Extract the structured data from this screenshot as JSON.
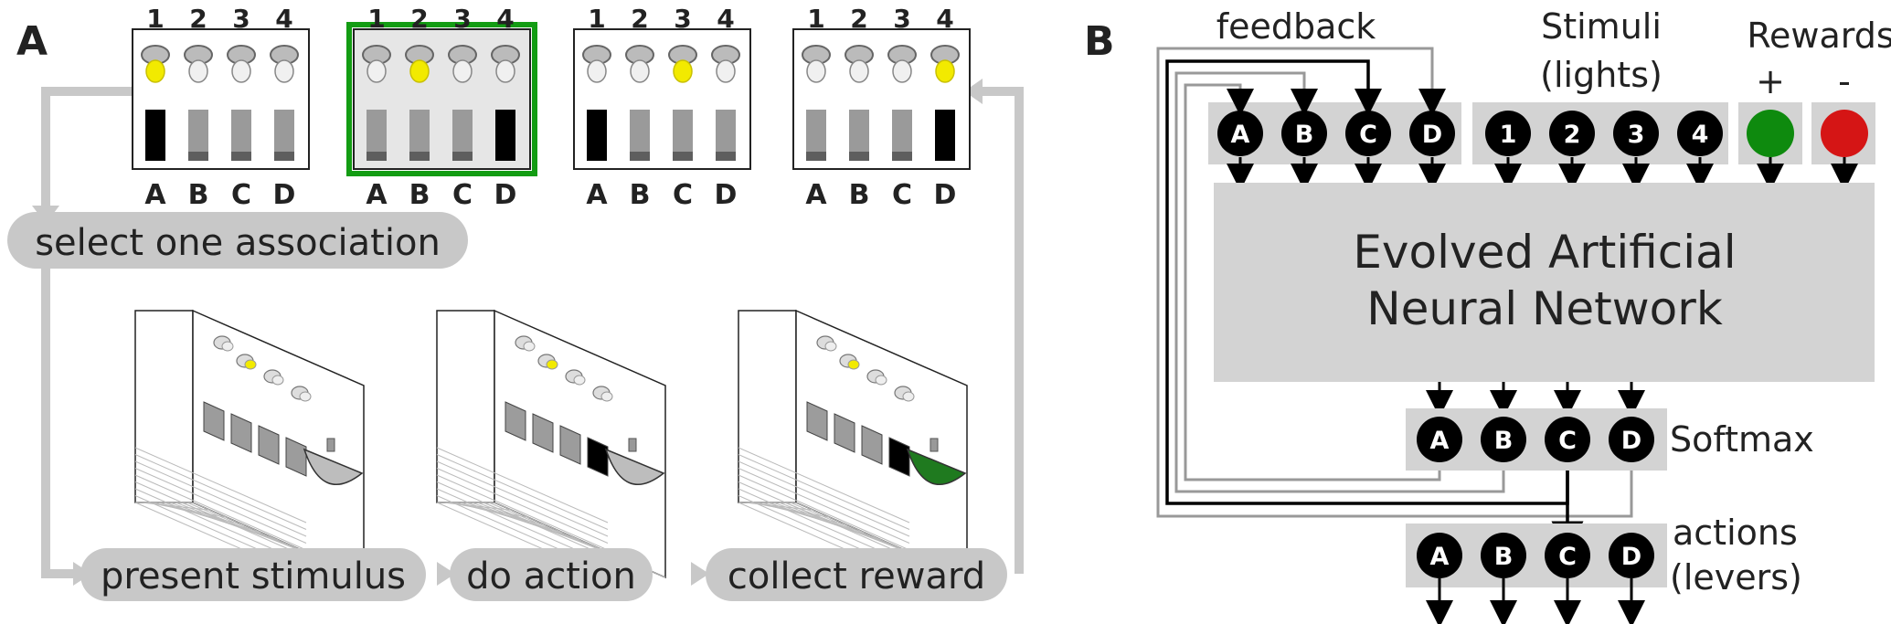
{
  "panels": {
    "a_label": "A",
    "b_label": "B"
  },
  "panel_a": {
    "light_numbers": [
      "1",
      "2",
      "3",
      "4"
    ],
    "lever_letters": [
      "A",
      "B",
      "C",
      "D"
    ],
    "associations": [
      {
        "lit": 1,
        "pressed": 1,
        "selected": false
      },
      {
        "lit": 2,
        "pressed": 4,
        "selected": true
      },
      {
        "lit": 3,
        "pressed": 1,
        "selected": false
      },
      {
        "lit": 4,
        "pressed": 4,
        "selected": false
      }
    ],
    "select_label": "select one association",
    "steps": [
      "present stimulus",
      "do action",
      "collect reward"
    ],
    "colors": {
      "light_on": "#f2ea00",
      "selected_border": "#139c13",
      "flow": "#c8c8c8",
      "reward_bowl": "#1f7a1f"
    }
  },
  "panel_b": {
    "feedback_label": "feedback",
    "stimuli_label_line1": "Stimuli",
    "stimuli_label_line2": "(lights)",
    "rewards_label": "Rewards",
    "reward_plus": "+",
    "reward_minus": "-",
    "feedback_nodes": [
      "A",
      "B",
      "C",
      "D"
    ],
    "stimulus_nodes": [
      "1",
      "2",
      "3",
      "4"
    ],
    "network_line1": "Evolved Artificial",
    "network_line2": "Neural Network",
    "softmax_label": "Softmax",
    "softmax_nodes": [
      "A",
      "B",
      "C",
      "D"
    ],
    "action_nodes": [
      "A",
      "B",
      "C",
      "D"
    ],
    "actions_label_line1": "actions",
    "actions_label_line2": "(levers)",
    "colors": {
      "reward_plus": "#0e8a0e",
      "reward_minus": "#d51515",
      "box": "#d3d3d3",
      "node": "#000000"
    }
  }
}
